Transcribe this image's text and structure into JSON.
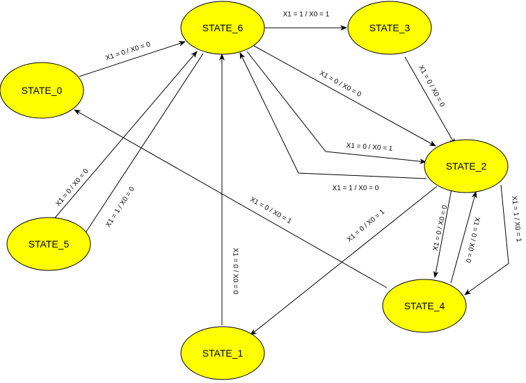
{
  "states": {
    "s0": "STATE_0",
    "s1": "STATE_1",
    "s2": "STATE_2",
    "s3": "STATE_3",
    "s4": "STATE_4",
    "s5": "STATE_5",
    "s6": "STATE_6"
  },
  "transitions": {
    "s6_to_s3": "X1 = 1 / X0 = 1",
    "s0_to_s6": "X1 = 0 / X0 = 0",
    "s3_to_s2": "X1 = 0 / X0 = 0",
    "s6_to_s2": "X1 = 0 / X0 = 0",
    "s6_to_s2_b": "X1 = 0 / X0 = 1",
    "s2_to_s6": "X1 = 1 / X0 = 0",
    "s5_to_s6": "X1 = 0 / X0 = 0",
    "s6_to_s5": "X1 = 1 / X0 = 0",
    "s1_to_s6": "X1 = 0 / X0 = 0",
    "s4_to_s0": "X1 = 0 / X0 = 1",
    "s2_to_s1": "X1 = 0 / X0 = 1",
    "s2_to_s4": "X1 = 0 / X0 = 0",
    "s4_to_s2": "X1 = 0 / X0 = 0",
    "s2_to_s4_b": "X1 = 1 / X0 = 1"
  },
  "colors": {
    "state_fill": "#ffff00",
    "stroke": "#000000"
  }
}
